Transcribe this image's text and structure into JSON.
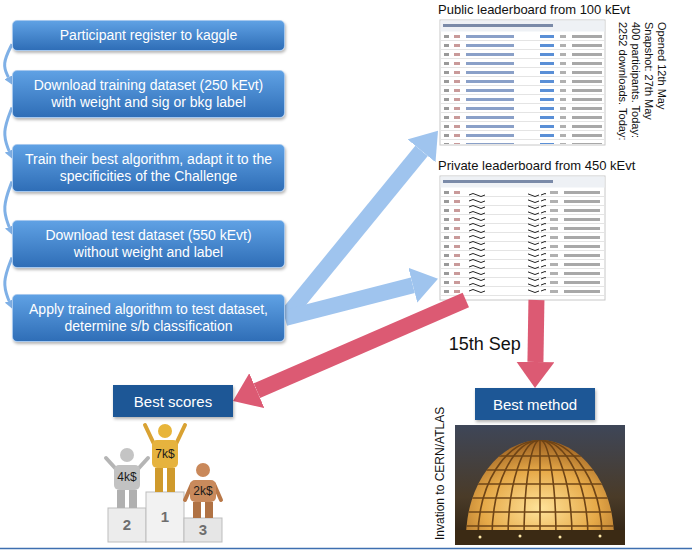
{
  "diagram": {
    "nodes": [
      {
        "text": [
          "Participant register to kaggle"
        ]
      },
      {
        "text": [
          "Download training dataset (250 kEvt) with weight and sig or bkg label"
        ]
      },
      {
        "text": [
          "Train their best algorithm, adapt it to the specificities of the Challenge"
        ]
      },
      {
        "text": [
          "Download test dataset (550 kEvt) without weight and label"
        ]
      },
      {
        "text": [
          "Apply trained algorithm to test dataset, determine s/b classification"
        ]
      },
      {
        "text": [
          "Public leaderboard from 100 kEvt"
        ]
      },
      {
        "text": [
          "Private leaderboard from 450 kEvt"
        ]
      },
      {
        "text": [
          "Best scores"
        ]
      },
      {
        "text": [
          "Best method"
        ]
      }
    ],
    "edges": [
      {
        "from": 0,
        "to": 1,
        "arrow": "to"
      },
      {
        "from": 1,
        "to": 2,
        "arrow": "to"
      },
      {
        "from": 2,
        "to": 3,
        "arrow": "to"
      },
      {
        "from": 3,
        "to": 4,
        "arrow": "to"
      },
      {
        "from": 4,
        "to": 5,
        "arrow": "to"
      },
      {
        "from": 4,
        "to": 6,
        "arrow": "to"
      },
      {
        "from": 6,
        "to": 7,
        "arrow": "to"
      },
      {
        "from": 6,
        "to": 8,
        "label": "15th Sep",
        "arrow": "to"
      }
    ],
    "labels": [
      "Opened 12th May",
      "Snapshot: 27th May",
      "400 participants. Today:",
      "2252 downloads. Today:",
      "4k$",
      "7k$",
      "2k$",
      "2",
      "1",
      "3",
      "Invation to CERN/ATLAS"
    ]
  }
}
